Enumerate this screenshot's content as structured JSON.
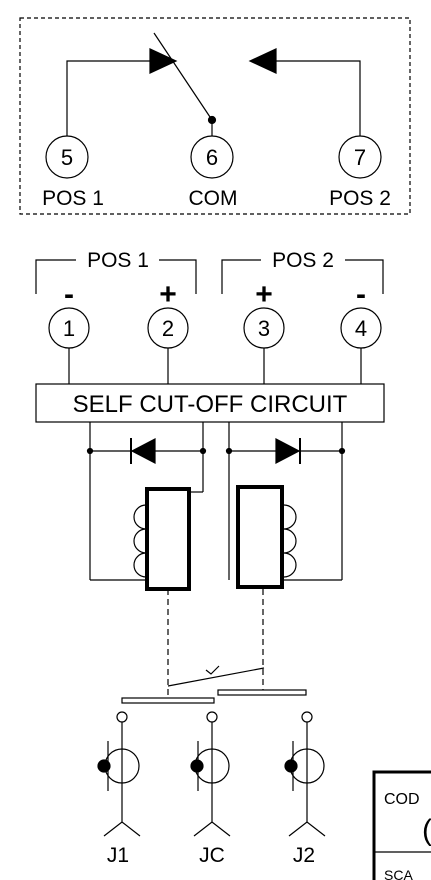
{
  "switch_panel": {
    "terminals": [
      {
        "number": "5",
        "label": "POS 1"
      },
      {
        "number": "6",
        "label": "COM"
      },
      {
        "number": "7",
        "label": "POS 2"
      }
    ]
  },
  "input_panel": {
    "groups": [
      {
        "label": "POS 1"
      },
      {
        "label": "POS 2"
      }
    ],
    "terminals": [
      {
        "number": "1",
        "polarity": "-"
      },
      {
        "number": "2",
        "polarity": "+"
      },
      {
        "number": "3",
        "polarity": "+"
      },
      {
        "number": "4",
        "polarity": "-"
      }
    ],
    "circuit_label": "SELF CUT-OFF CIRCUIT"
  },
  "contacts": [
    {
      "label": "J1"
    },
    {
      "label": "JC"
    },
    {
      "label": "J2"
    }
  ],
  "title_block": {
    "code_label": "COD",
    "code_value": "(",
    "scale_label": "SCA"
  }
}
